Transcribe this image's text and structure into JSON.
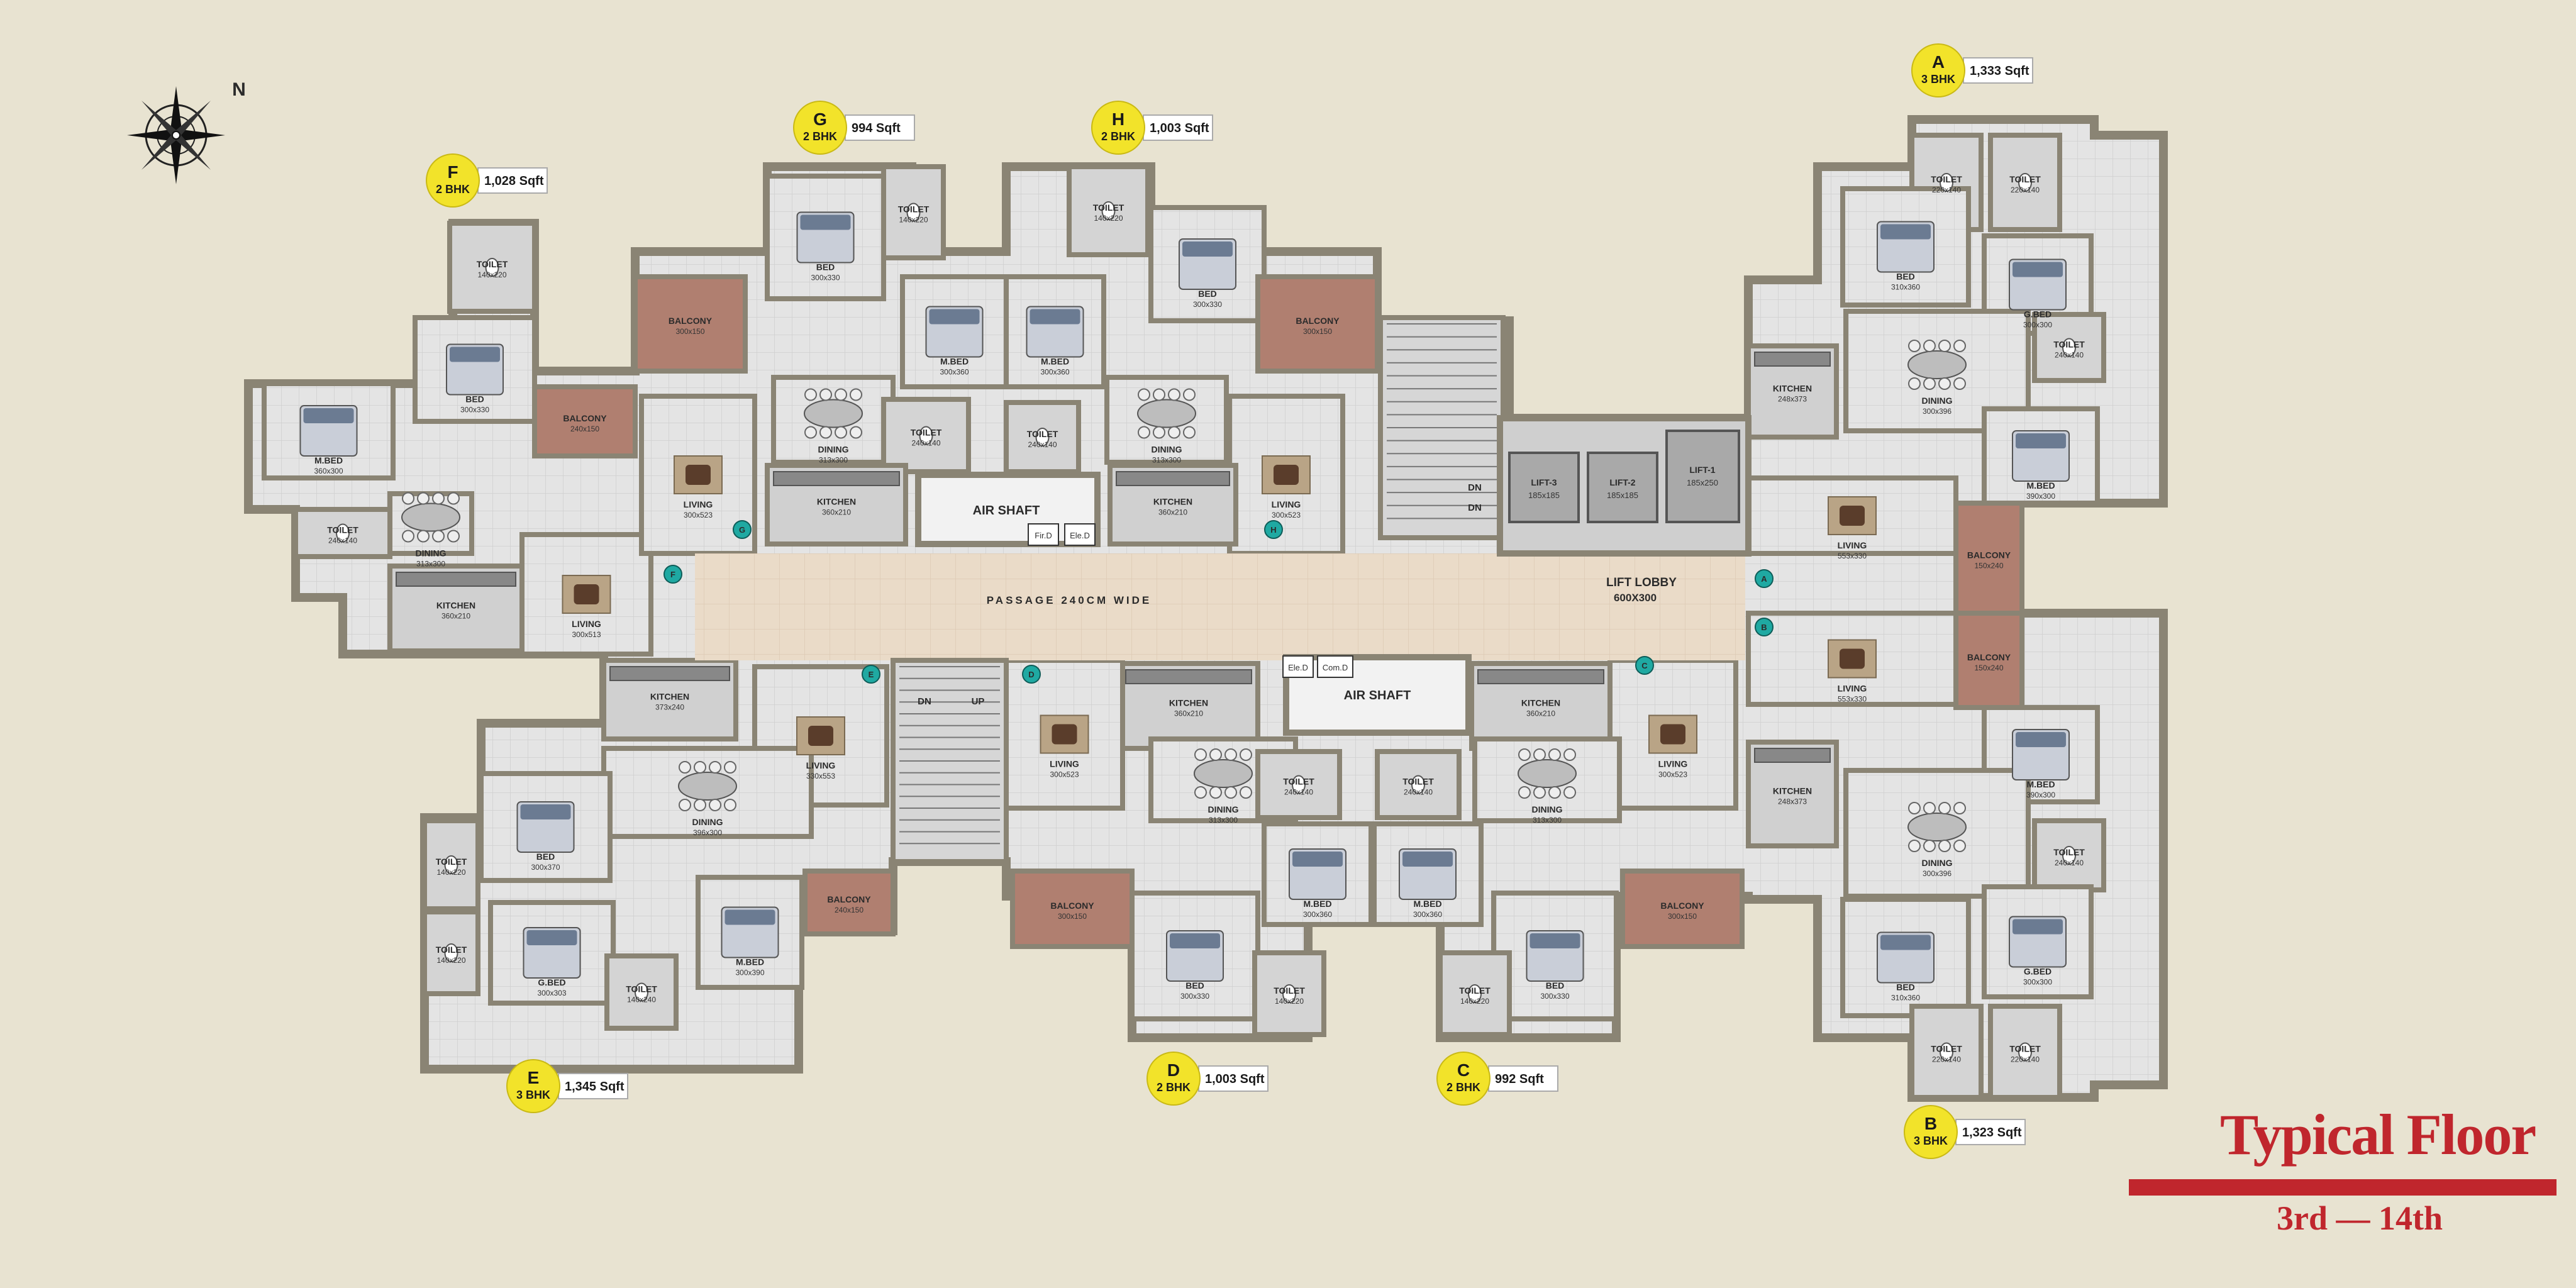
{
  "compass": {
    "north_label": "N"
  },
  "title": {
    "main": "Typical Floor",
    "floors": "3rd — 14th",
    "accent_color": "#c0262d"
  },
  "colors": {
    "wall": "#8a8474",
    "wall_dark": "#5d584c",
    "floor_tile": "#e2e2e2",
    "balcony": "#b07f70",
    "passage": "#e9d9c5",
    "badge": "#f2e32a",
    "glass": "#5fb3d0",
    "plant": "#3e7d3a",
    "bed": "#6b7b92"
  },
  "units": [
    {
      "letter": "A",
      "type": "3 BHK",
      "area": "1,333 Sqft"
    },
    {
      "letter": "B",
      "type": "3 BHK",
      "area": "1,323 Sqft"
    },
    {
      "letter": "C",
      "type": "2 BHK",
      "area": "992 Sqft"
    },
    {
      "letter": "D",
      "type": "2 BHK",
      "area": "1,003 Sqft"
    },
    {
      "letter": "E",
      "type": "3 BHK",
      "area": "1,345 Sqft"
    },
    {
      "letter": "F",
      "type": "2 BHK",
      "area": "1,028 Sqft"
    },
    {
      "letter": "G",
      "type": "2 BHK",
      "area": "994 Sqft"
    },
    {
      "letter": "H",
      "type": "2 BHK",
      "area": "1,003 Sqft"
    }
  ],
  "core": {
    "passage": "PASSAGE 240CM WIDE",
    "lift_lobby": "LIFT LOBBY",
    "lift_lobby_dim": "600X300",
    "air_shaft": "AIR SHAFT",
    "lifts": [
      {
        "name": "LIFT-3",
        "dim": "185x185"
      },
      {
        "name": "LIFT-2",
        "dim": "185x185"
      },
      {
        "name": "LIFT-1",
        "dim": "185x250"
      }
    ],
    "duct_fire": "Fir.D",
    "duct_elec": "Ele.D",
    "duct_com": "Com.D",
    "stair_dn": "DN",
    "stair_up": "UP"
  },
  "rooms": [
    {
      "name": "TOILET",
      "dim": "140x220"
    },
    {
      "name": "BED",
      "dim": "300x330"
    },
    {
      "name": "M.BED",
      "dim": "360x300"
    },
    {
      "name": "BALCONY",
      "dim": "240x150"
    },
    {
      "name": "TOILET",
      "dim": "240x140"
    },
    {
      "name": "DINING",
      "dim": "313x300"
    },
    {
      "name": "LIVING",
      "dim": "300x513"
    },
    {
      "name": "KITCHEN",
      "dim": "360x210"
    },
    {
      "name": "BALCONY",
      "dim": "300x150"
    },
    {
      "name": "BED",
      "dim": "300x330"
    },
    {
      "name": "TOILET",
      "dim": "140x220"
    },
    {
      "name": "M.BED",
      "dim": "300x360"
    },
    {
      "name": "DINING",
      "dim": "313x300"
    },
    {
      "name": "TOILET",
      "dim": "240x140"
    },
    {
      "name": "LIVING",
      "dim": "300x523"
    },
    {
      "name": "KITCHEN",
      "dim": "360x210"
    },
    {
      "name": "TOILET",
      "dim": "140x220"
    },
    {
      "name": "BED",
      "dim": "300x330"
    },
    {
      "name": "M.BED",
      "dim": "300x360"
    },
    {
      "name": "TOILET",
      "dim": "240x140"
    },
    {
      "name": "DINING",
      "dim": "313x300"
    },
    {
      "name": "BALCONY",
      "dim": "300x150"
    },
    {
      "name": "LIVING",
      "dim": "300x523"
    },
    {
      "name": "KITCHEN",
      "dim": "360x210"
    },
    {
      "name": "TOILET",
      "dim": "220x140"
    },
    {
      "name": "TOILET",
      "dim": "220x140"
    },
    {
      "name": "BED",
      "dim": "310x360"
    },
    {
      "name": "G.BED",
      "dim": "300x300"
    },
    {
      "name": "TOILET",
      "dim": "240x140"
    },
    {
      "name": "DINING",
      "dim": "300x396"
    },
    {
      "name": "KITCHEN",
      "dim": "248x373"
    },
    {
      "name": "M.BED",
      "dim": "390x300"
    },
    {
      "name": "LIVING",
      "dim": "553x330"
    },
    {
      "name": "BALCONY",
      "dim": "150x240"
    },
    {
      "name": "LIVING",
      "dim": "553x330"
    },
    {
      "name": "BALCONY",
      "dim": "150x240"
    },
    {
      "name": "M.BED",
      "dim": "390x300"
    },
    {
      "name": "KITCHEN",
      "dim": "248x373"
    },
    {
      "name": "DINING",
      "dim": "300x396"
    },
    {
      "name": "TOILET",
      "dim": "240x140"
    },
    {
      "name": "BED",
      "dim": "310x360"
    },
    {
      "name": "G.BED",
      "dim": "300x300"
    },
    {
      "name": "TOILET",
      "dim": "220x140"
    },
    {
      "name": "TOILET",
      "dim": "220x140"
    },
    {
      "name": "KITCHEN",
      "dim": "373x240"
    },
    {
      "name": "LIVING",
      "dim": "330x553"
    },
    {
      "name": "DINING",
      "dim": "396x300"
    },
    {
      "name": "BED",
      "dim": "300x370"
    },
    {
      "name": "TOILET",
      "dim": "140x220"
    },
    {
      "name": "TOILET",
      "dim": "140x220"
    },
    {
      "name": "G.BED",
      "dim": "300x303"
    },
    {
      "name": "M.BED",
      "dim": "300x390"
    },
    {
      "name": "TOILET",
      "dim": "140x240"
    },
    {
      "name": "BALCONY",
      "dim": "240x150"
    },
    {
      "name": "KITCHEN",
      "dim": "360x210"
    },
    {
      "name": "LIVING",
      "dim": "300x523"
    },
    {
      "name": "DINING",
      "dim": "313x300"
    },
    {
      "name": "BALCONY",
      "dim": "300x150"
    },
    {
      "name": "TOILET",
      "dim": "240x140"
    },
    {
      "name": "M.BED",
      "dim": "300x360"
    },
    {
      "name": "BED",
      "dim": "300x330"
    },
    {
      "name": "TOILET",
      "dim": "140x220"
    },
    {
      "name": "KITCHEN",
      "dim": "360x210"
    },
    {
      "name": "LIVING",
      "dim": "300x523"
    },
    {
      "name": "DINING",
      "dim": "313x300"
    },
    {
      "name": "BALCONY",
      "dim": "300x150"
    },
    {
      "name": "TOILET",
      "dim": "240x140"
    },
    {
      "name": "M.BED",
      "dim": "300x360"
    },
    {
      "name": "BED",
      "dim": "300x330"
    },
    {
      "name": "TOILET",
      "dim": "140x220"
    }
  ]
}
